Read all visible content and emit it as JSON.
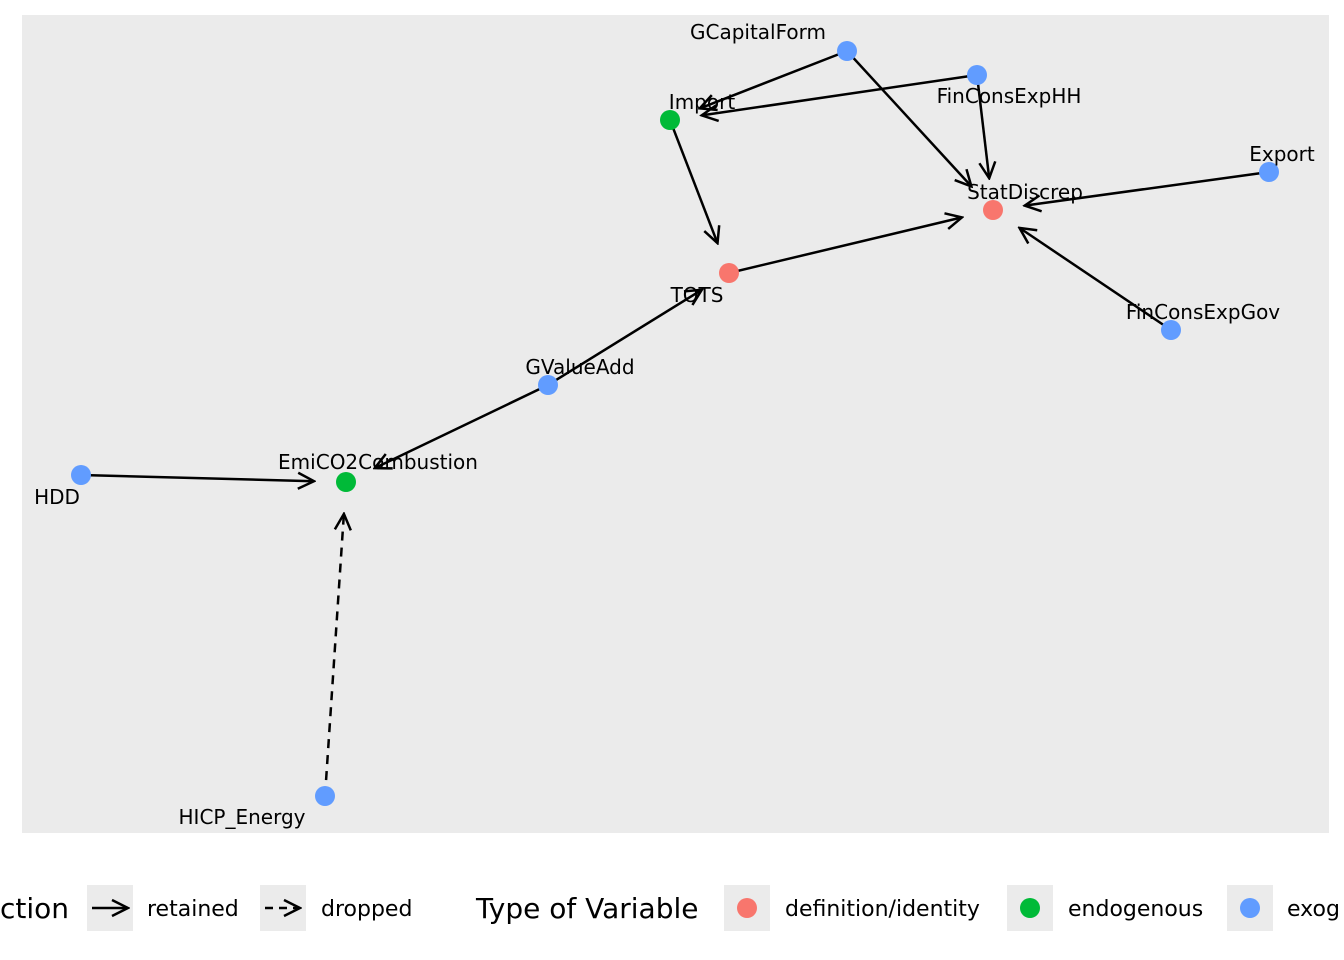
{
  "colors": {
    "panel": "#EBEBEB",
    "definition": "#F8766D",
    "endogenous": "#00BA38",
    "exogenous": "#619CFF",
    "edge": "#000000"
  },
  "nodes": [
    {
      "id": "GCapitalForm",
      "label": "GCapitalForm",
      "type": "exogenous"
    },
    {
      "id": "FinConsExpHH",
      "label": "FinConsExpHH",
      "type": "exogenous"
    },
    {
      "id": "Import",
      "label": "Import",
      "type": "endogenous"
    },
    {
      "id": "Export",
      "label": "Export",
      "type": "exogenous"
    },
    {
      "id": "StatDiscrep",
      "label": "StatDiscrep",
      "type": "definition"
    },
    {
      "id": "TOTS",
      "label": "TOTS",
      "type": "definition"
    },
    {
      "id": "FinConsExpGov",
      "label": "FinConsExpGov",
      "type": "exogenous"
    },
    {
      "id": "GValueAdd",
      "label": "GValueAdd",
      "type": "exogenous"
    },
    {
      "id": "HDD",
      "label": "HDD",
      "type": "exogenous"
    },
    {
      "id": "EmiCO2Combustion",
      "label": "EmiCO2Combustion",
      "type": "endogenous"
    },
    {
      "id": "HICP_Energy",
      "label": "HICP_Energy",
      "type": "exogenous"
    }
  ],
  "edges": [
    {
      "from": "GCapitalForm",
      "to": "Import",
      "status": "retained"
    },
    {
      "from": "GCapitalForm",
      "to": "StatDiscrep",
      "status": "retained"
    },
    {
      "from": "FinConsExpHH",
      "to": "Import",
      "status": "retained"
    },
    {
      "from": "FinConsExpHH",
      "to": "StatDiscrep",
      "status": "retained"
    },
    {
      "from": "Import",
      "to": "TOTS",
      "status": "retained"
    },
    {
      "from": "Export",
      "to": "StatDiscrep",
      "status": "retained"
    },
    {
      "from": "TOTS",
      "to": "StatDiscrep",
      "status": "retained"
    },
    {
      "from": "FinConsExpGov",
      "to": "StatDiscrep",
      "status": "retained"
    },
    {
      "from": "GValueAdd",
      "to": "TOTS",
      "status": "retained"
    },
    {
      "from": "GValueAdd",
      "to": "EmiCO2Combustion",
      "status": "retained"
    },
    {
      "from": "HDD",
      "to": "EmiCO2Combustion",
      "status": "retained"
    },
    {
      "from": "HICP_Energy",
      "to": "EmiCO2Combustion",
      "status": "dropped"
    }
  ],
  "legend": {
    "edge_title": "ction",
    "edge_items": [
      {
        "key": "retained",
        "label": "retained"
      },
      {
        "key": "dropped",
        "label": "dropped"
      }
    ],
    "type_title": "Type of Variable",
    "type_items": [
      {
        "key": "definition",
        "label": "definition/identity"
      },
      {
        "key": "endogenous",
        "label": "endogenous"
      },
      {
        "key": "exogenous",
        "label": "exog"
      }
    ]
  }
}
